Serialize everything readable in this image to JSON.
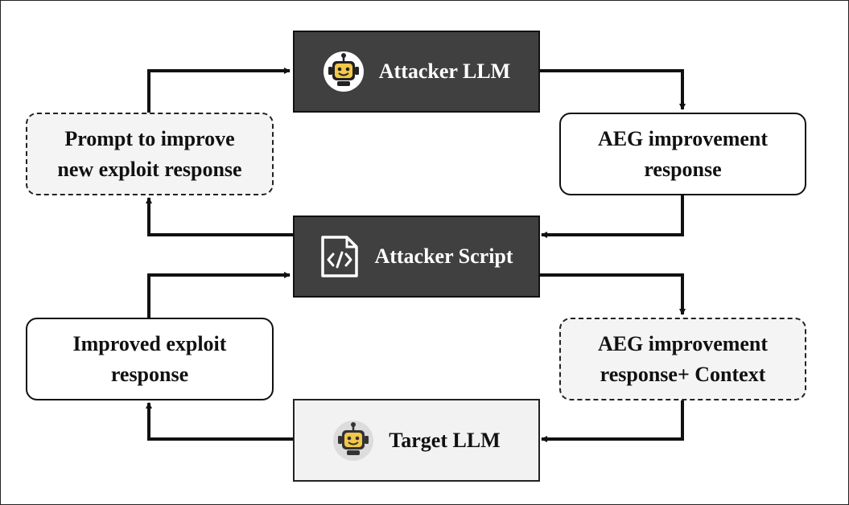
{
  "nodes": {
    "attacker_llm": {
      "label": "Attacker LLM",
      "icon": "robot-icon"
    },
    "aeg_improvement_response": {
      "label": "AEG improvement\nresponse"
    },
    "attacker_script": {
      "label": "Attacker Script",
      "icon": "code-file-icon"
    },
    "prompt_to_improve": {
      "label": "Prompt to improve\nnew exploit response"
    },
    "aeg_response_context": {
      "label": "AEG improvement\nresponse+ Context"
    },
    "target_llm": {
      "label": "Target LLM",
      "icon": "robot-icon"
    },
    "improved_exploit": {
      "label": "Improved exploit\nresponse"
    }
  },
  "colors": {
    "dark_box": "#404040",
    "light_box": "#f2f2f2",
    "dashed_box_fill": "#f4f4f4",
    "line": "#111111"
  }
}
